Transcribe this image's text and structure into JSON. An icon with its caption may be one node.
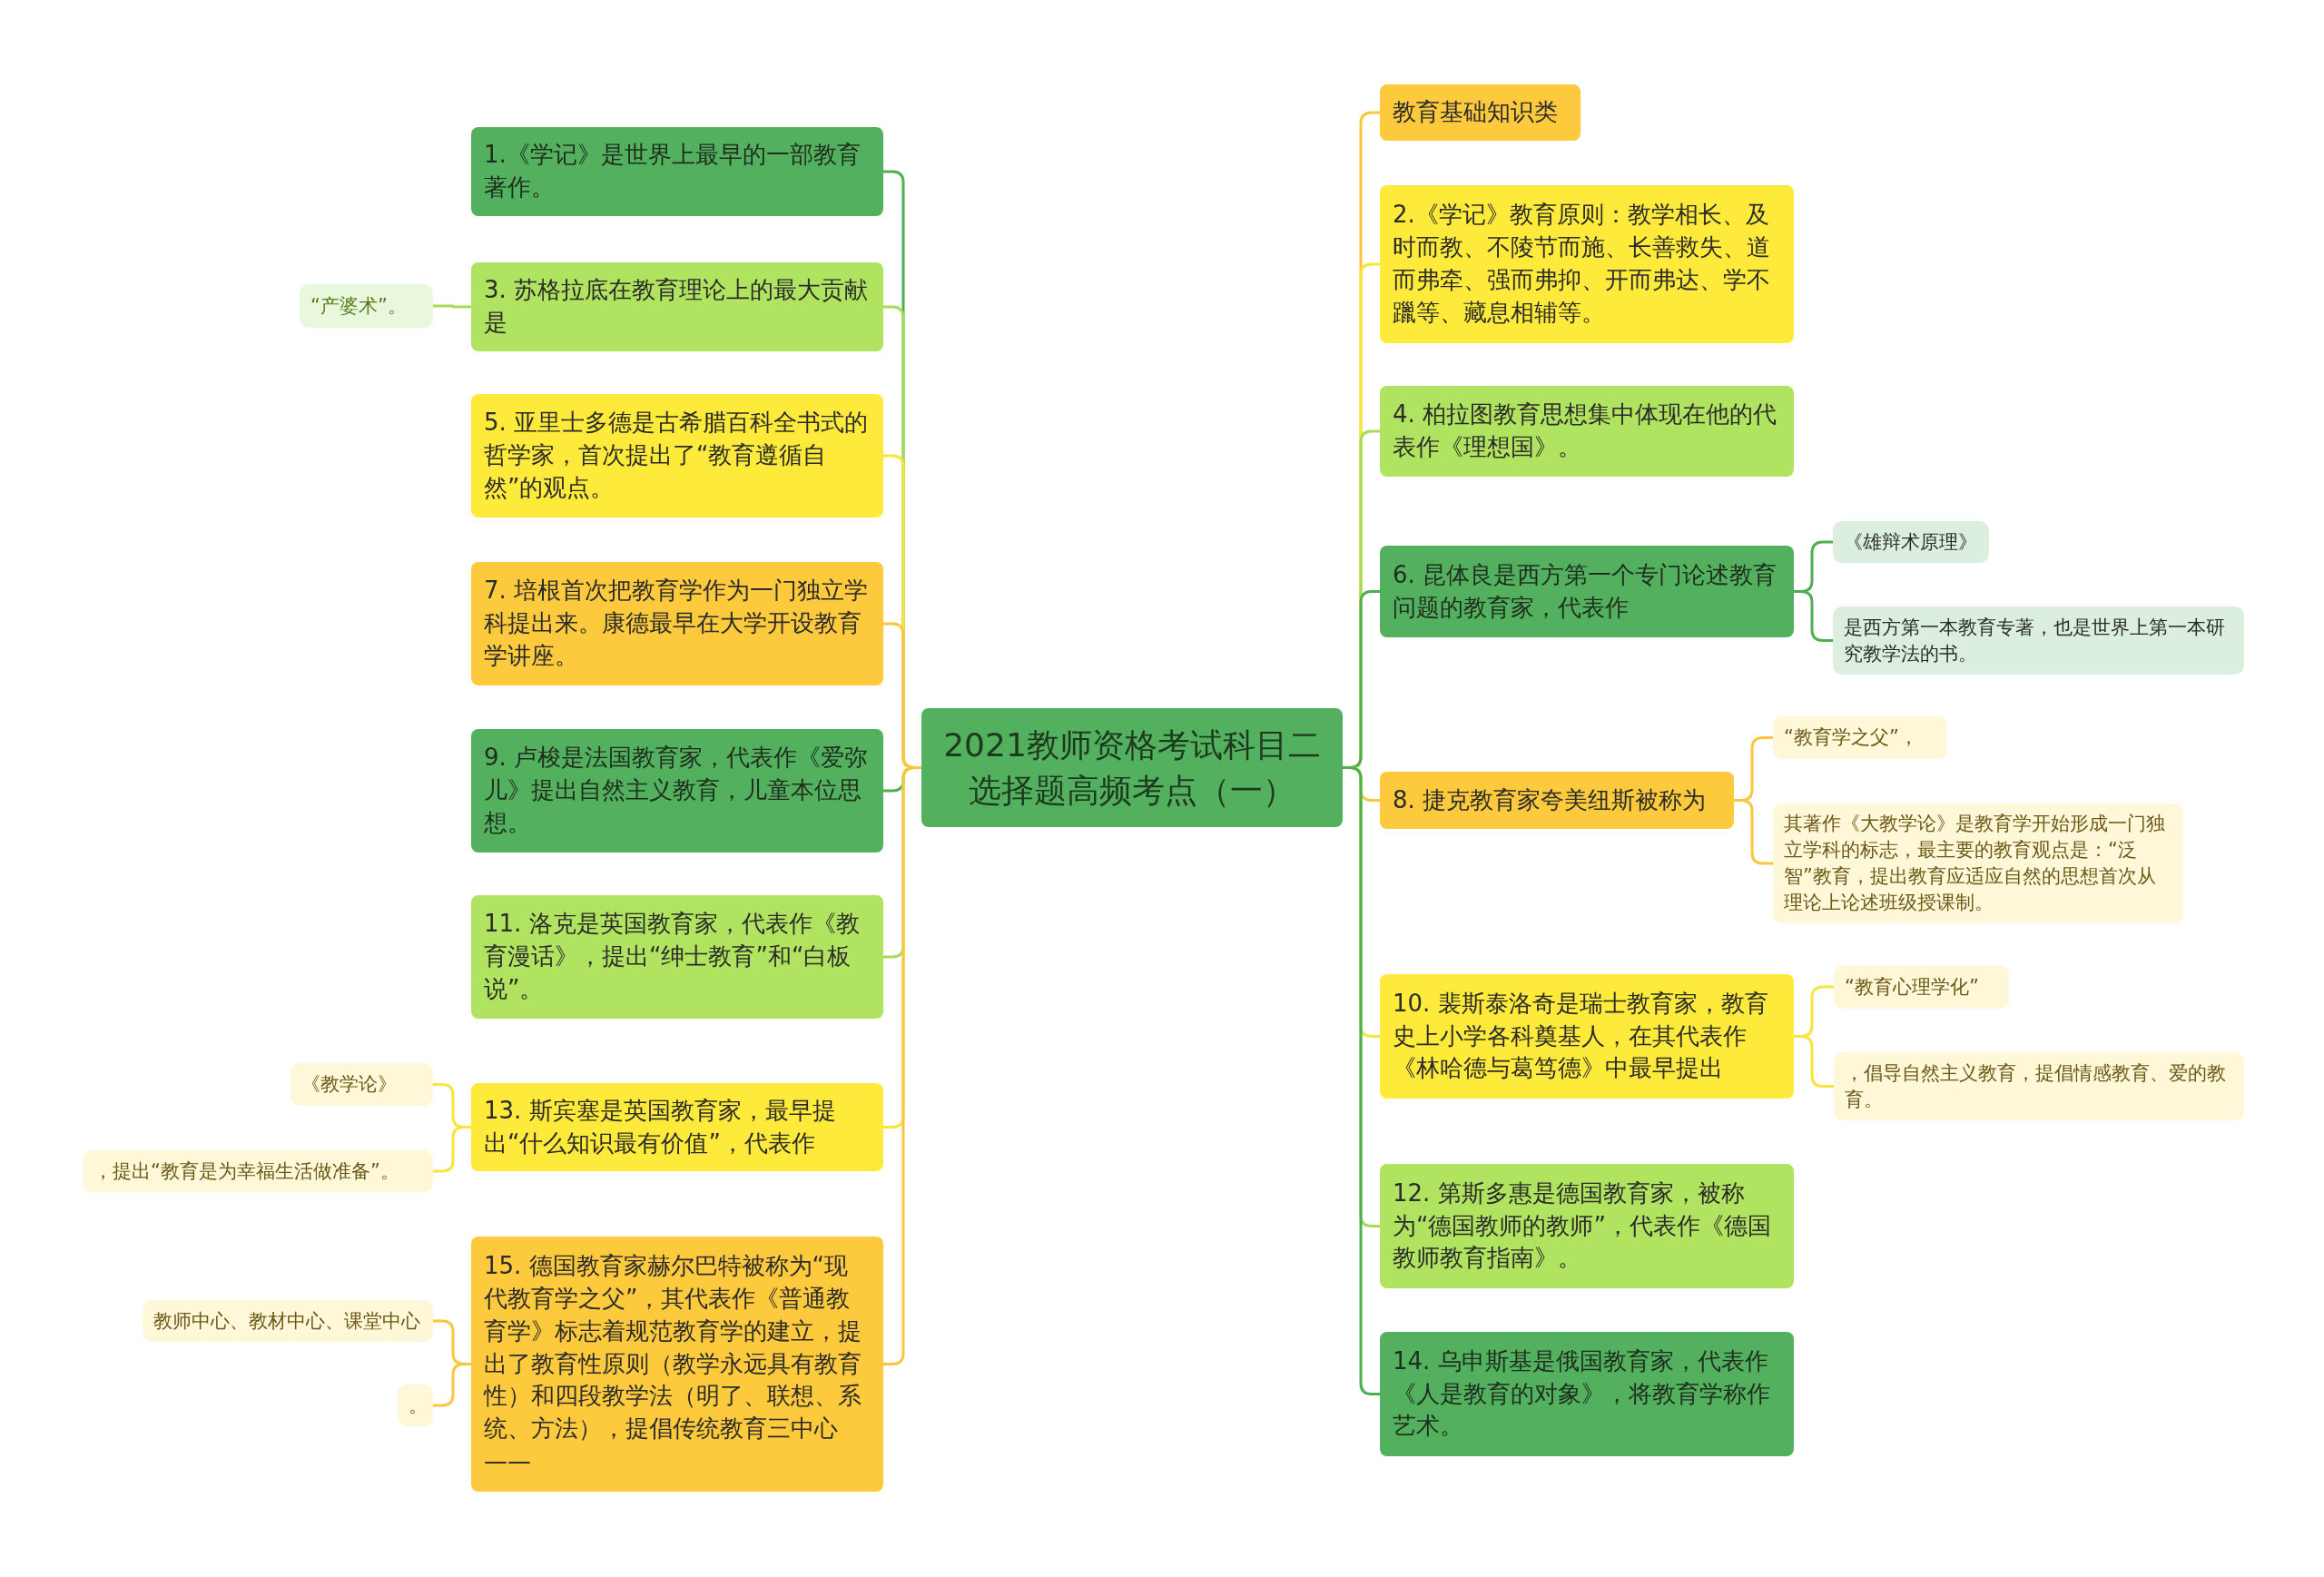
{
  "diagram": {
    "nodes": [
      {
        "text": [
          "2021教师资格考试科目二选择题高频考点（一）"
        ]
      },
      {
        "text": [
          "1.《学记》是世界上最早的一部教育著作。"
        ]
      },
      {
        "text": [
          "“产婆术”。"
        ]
      },
      {
        "text": [
          "3. 苏格拉底在教育理论上的最大贡献是"
        ]
      },
      {
        "text": [
          "5. 亚里士多德是古希腊百科全书式的哲学家，首次提出了“教育遵循自然”的观点。"
        ]
      },
      {
        "text": [
          "7. 培根首次把教育学作为一门独立学科提出来。康德最早在大学开设教育学讲座。"
        ]
      },
      {
        "text": [
          "9. 卢梭是法国教育家，代表作《爱弥儿》提出自然主义教育，儿童本位思想。"
        ]
      },
      {
        "text": [
          "11. 洛克是英国教育家，代表作《教育漫话》，提出“绅士教育”和“白板说”。"
        ]
      },
      {
        "text": [
          "《教学论》"
        ]
      },
      {
        "text": [
          "，提出“教育是为幸福生活做准备”。"
        ]
      },
      {
        "text": [
          "13. 斯宾塞是英国教育家，最早提出“什么知识最有价值”，代表作"
        ]
      },
      {
        "text": [
          "教师中心、教材中心、课堂中心"
        ]
      },
      {
        "text": [
          "。"
        ]
      },
      {
        "text": [
          "15. 德国教育家赫尔巴特被称为“现代教育学之父”，其代表作《普通教育学》标志着规范教育学的建立，提出了教育性原则（教学永远具有教育性）和四段教学法（明了、联想、系统、方法），提倡传统教育三中心——"
        ]
      },
      {
        "text": [
          "教育基础知识类"
        ]
      },
      {
        "text": [
          "2.《学记》教育原则：教学相长、及时而教、不陵节而施、长善救失、道而弗牵、强而弗抑、开而弗达、学不躐等、藏息相辅等。"
        ]
      },
      {
        "text": [
          "4. 柏拉图教育思想集中体现在他的代表作《理想国》。"
        ]
      },
      {
        "text": [
          "6. 昆体良是西方第一个专门论述教育问题的教育家，代表作"
        ]
      },
      {
        "text": [
          "《雄辩术原理》"
        ]
      },
      {
        "text": [
          "是西方第一本教育专著，也是世界上第一本研究教学法的书。"
        ]
      },
      {
        "text": [
          "8. 捷克教育家夸美纽斯被称为"
        ]
      },
      {
        "text": [
          "“教育学之父”，"
        ]
      },
      {
        "text": [
          "其著作《大教学论》是教育学开始形成一门独立学科的标志，最主要的教育观点是：“泛智”教育，提出教育应适应自然的思想首次从理论上论述班级授课制。"
        ]
      },
      {
        "text": [
          "10. 裴斯泰洛奇是瑞士教育家，教育史上小学各科奠基人，在其代表作《林哈德与葛笃德》中最早提出"
        ]
      },
      {
        "text": [
          "“教育心理学化”"
        ]
      },
      {
        "text": [
          "，倡导自然主义教育，提倡情感教育、爱的教育。"
        ]
      },
      {
        "text": [
          "12. 第斯多惠是德国教育家，被称为“德国教师的教师”，代表作《德国教师教育指南》。"
        ]
      },
      {
        "text": [
          "14. 乌申斯基是俄国教育家，代表作《人是教育的对象》，将教育学称作艺术。"
        ]
      }
    ],
    "edges": [
      {
        "from": 0,
        "to": 1,
        "arrow": "none",
        "color": "#4caf50"
      },
      {
        "from": 0,
        "to": 3,
        "arrow": "none",
        "color": "#a5dc55"
      },
      {
        "from": 0,
        "to": 4,
        "arrow": "none",
        "color": "#f8e43a"
      },
      {
        "from": 0,
        "to": 5,
        "arrow": "none",
        "color": "#fbc63c"
      },
      {
        "from": 0,
        "to": 6,
        "arrow": "none",
        "color": "#4caf50"
      },
      {
        "from": 0,
        "to": 7,
        "arrow": "none",
        "color": "#a5dc55"
      },
      {
        "from": 0,
        "to": 10,
        "arrow": "none",
        "color": "#f8e43a"
      },
      {
        "from": 0,
        "to": 13,
        "arrow": "none",
        "color": "#fbc63c"
      },
      {
        "from": 0,
        "to": 14,
        "arrow": "none",
        "color": "#fbc63c"
      },
      {
        "from": 0,
        "to": 15,
        "arrow": "none",
        "color": "#f8e43a"
      },
      {
        "from": 0,
        "to": 16,
        "arrow": "none",
        "color": "#a5dc55"
      },
      {
        "from": 0,
        "to": 17,
        "arrow": "none",
        "color": "#4caf50"
      },
      {
        "from": 0,
        "to": 20,
        "arrow": "none",
        "color": "#fbc63c"
      },
      {
        "from": 0,
        "to": 23,
        "arrow": "none",
        "color": "#f8e43a"
      },
      {
        "from": 0,
        "to": 26,
        "arrow": "none",
        "color": "#a5dc55"
      },
      {
        "from": 0,
        "to": 27,
        "arrow": "none",
        "color": "#4caf50"
      },
      {
        "from": 3,
        "to": 2,
        "arrow": "none",
        "color": "#a5dc55"
      },
      {
        "from": 10,
        "to": 8,
        "arrow": "none",
        "color": "#f8e43a"
      },
      {
        "from": 10,
        "to": 9,
        "arrow": "none",
        "color": "#f8e43a"
      },
      {
        "from": 13,
        "to": 11,
        "arrow": "none",
        "color": "#fbc63c"
      },
      {
        "from": 13,
        "to": 12,
        "arrow": "none",
        "color": "#fbc63c"
      },
      {
        "from": 17,
        "to": 18,
        "arrow": "none",
        "color": "#4caf50"
      },
      {
        "from": 17,
        "to": 19,
        "arrow": "none",
        "color": "#4caf50"
      },
      {
        "from": 20,
        "to": 21,
        "arrow": "none",
        "color": "#fbc63c"
      },
      {
        "from": 20,
        "to": 22,
        "arrow": "none",
        "color": "#fbc63c"
      },
      {
        "from": 23,
        "to": 24,
        "arrow": "none",
        "color": "#f8e43a"
      },
      {
        "from": 23,
        "to": 25,
        "arrow": "none",
        "color": "#f8e43a"
      }
    ]
  }
}
